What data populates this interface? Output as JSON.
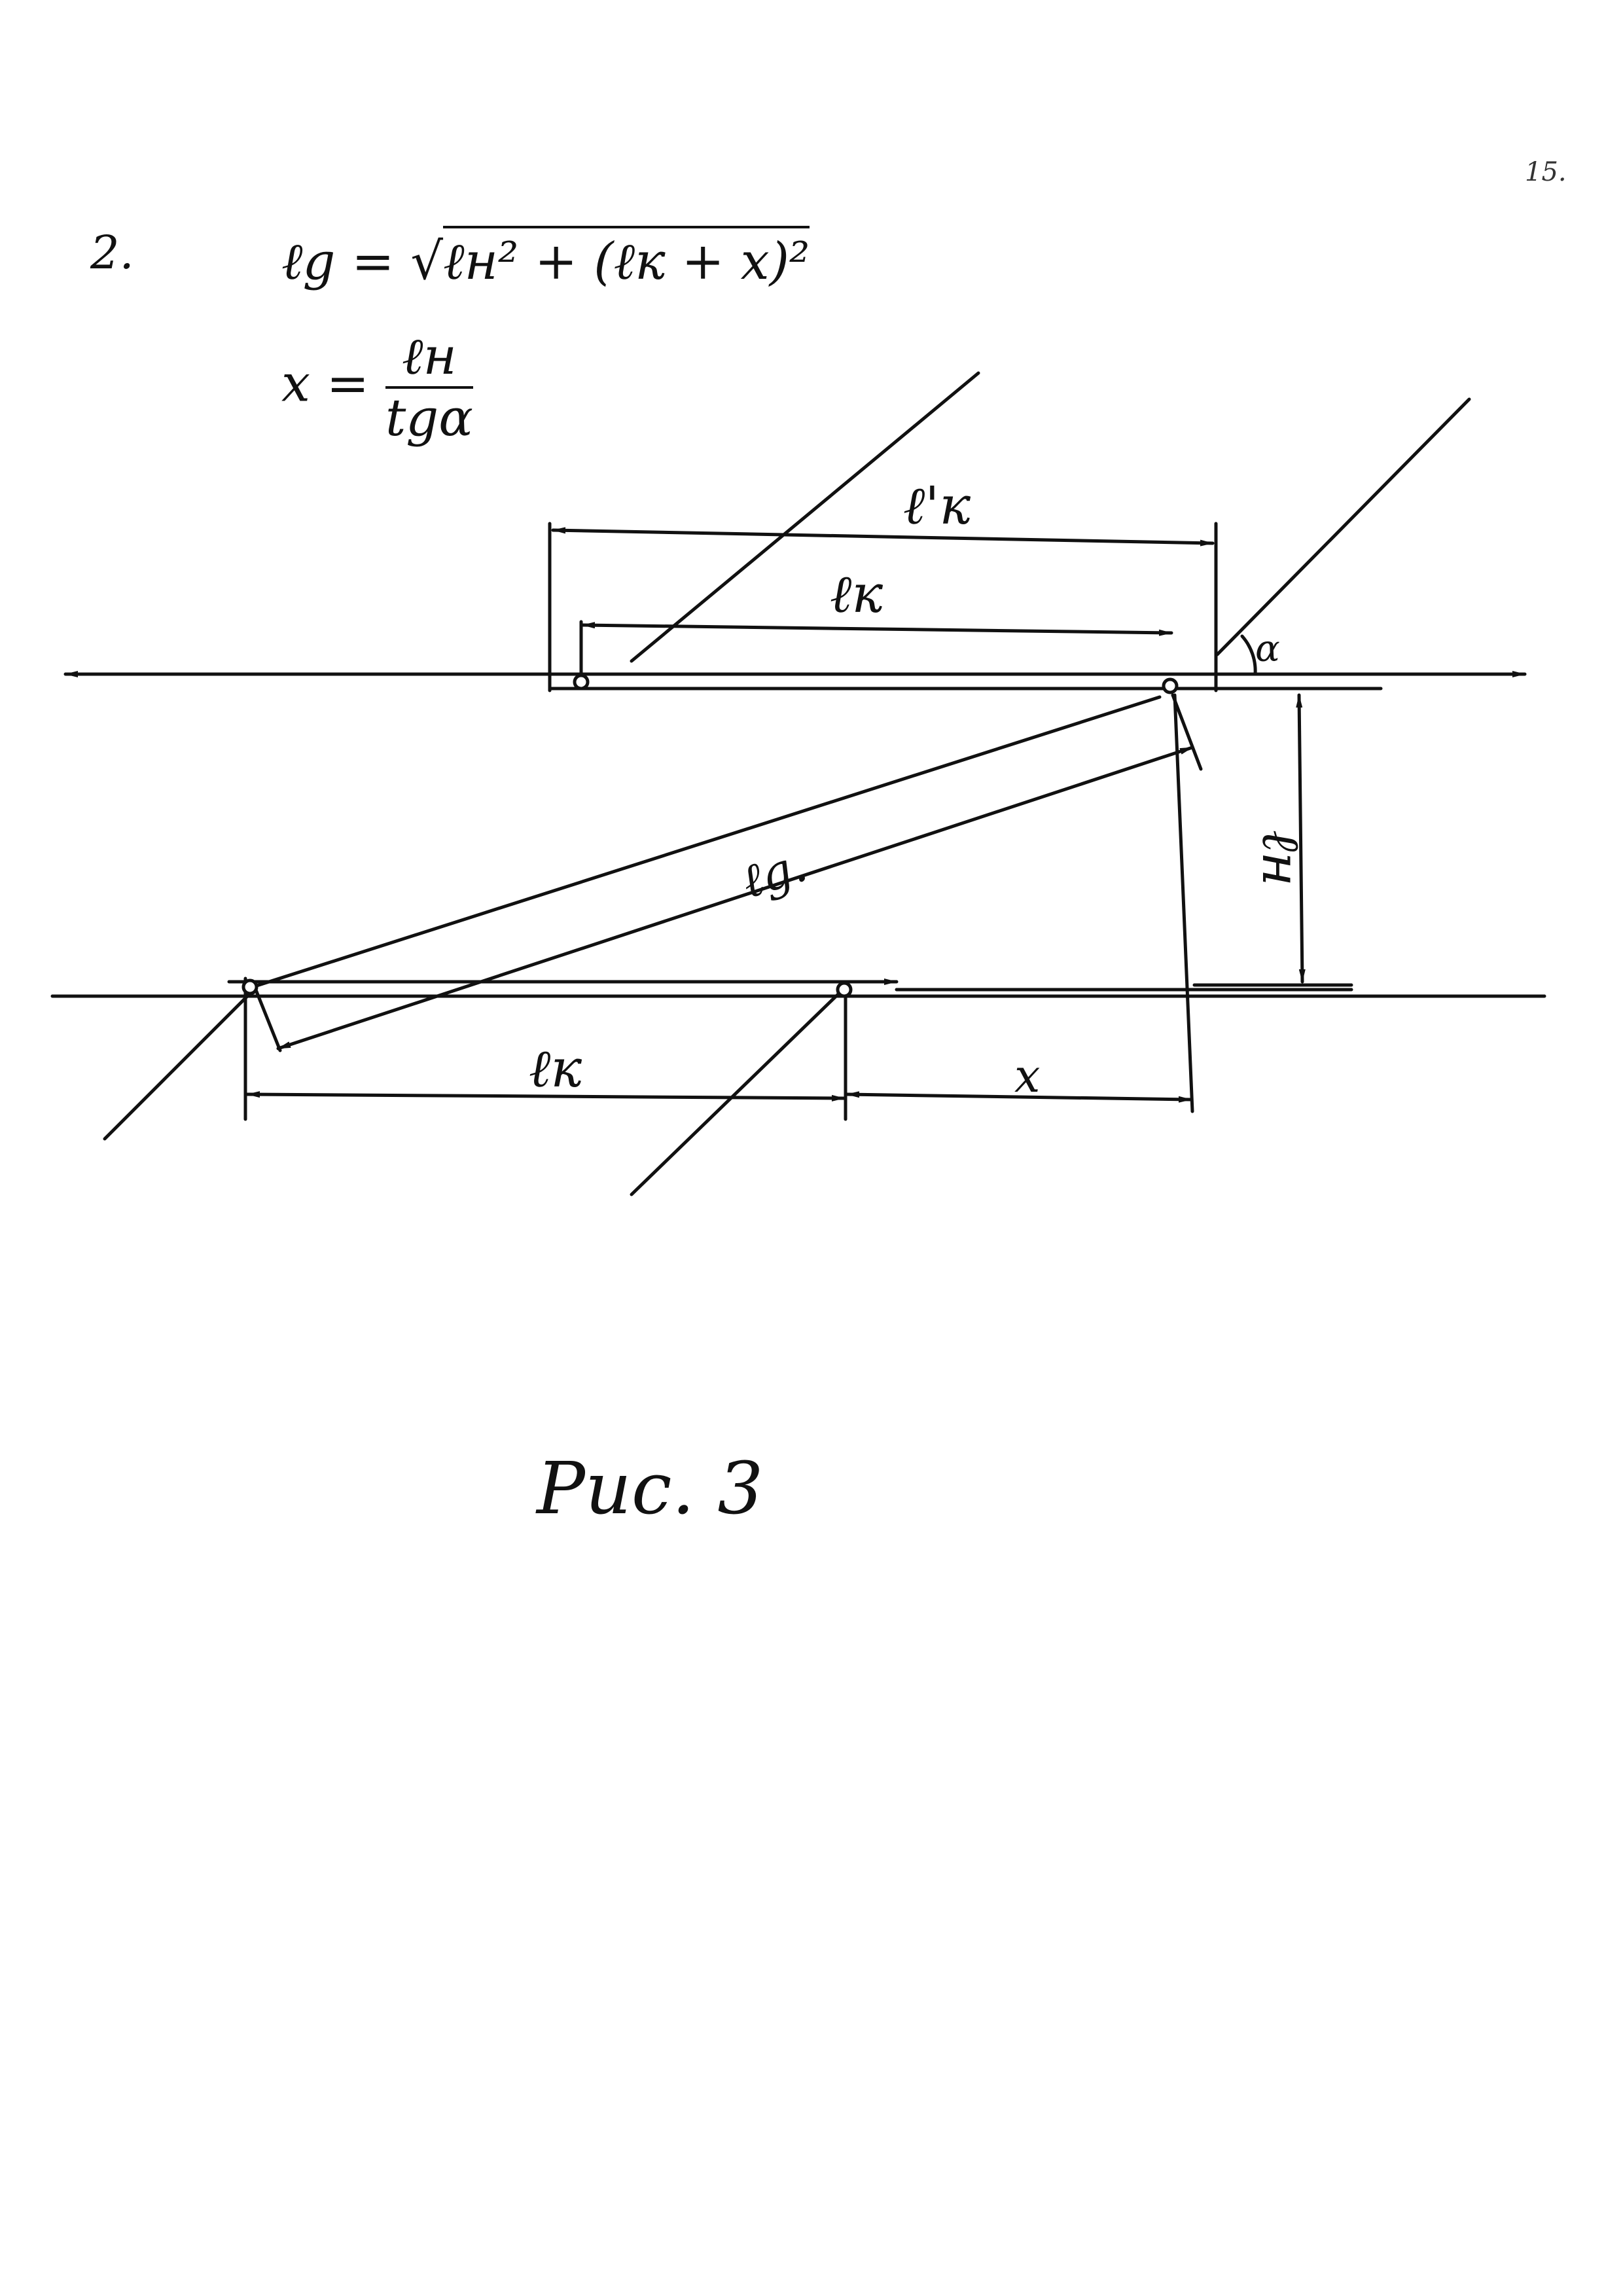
{
  "page": {
    "page_number": "15.",
    "item_number": "2."
  },
  "formulas": {
    "lg_lhs": "ℓg",
    "lg_eq": "=",
    "lg_sqrt": "√",
    "lg_radicand_1": "ℓн² + (ℓк + x)²",
    "x_lhs": "x =",
    "x_num": "ℓн",
    "x_den": "tgα"
  },
  "diagram": {
    "label_lk_prime": "ℓ'к",
    "label_lk_top": "ℓк",
    "label_alpha": "α",
    "label_lh": "ℓн",
    "label_lg": "ℓg.",
    "label_lk_bottom": "ℓк",
    "label_x": "x"
  },
  "caption": "Рис. 3"
}
